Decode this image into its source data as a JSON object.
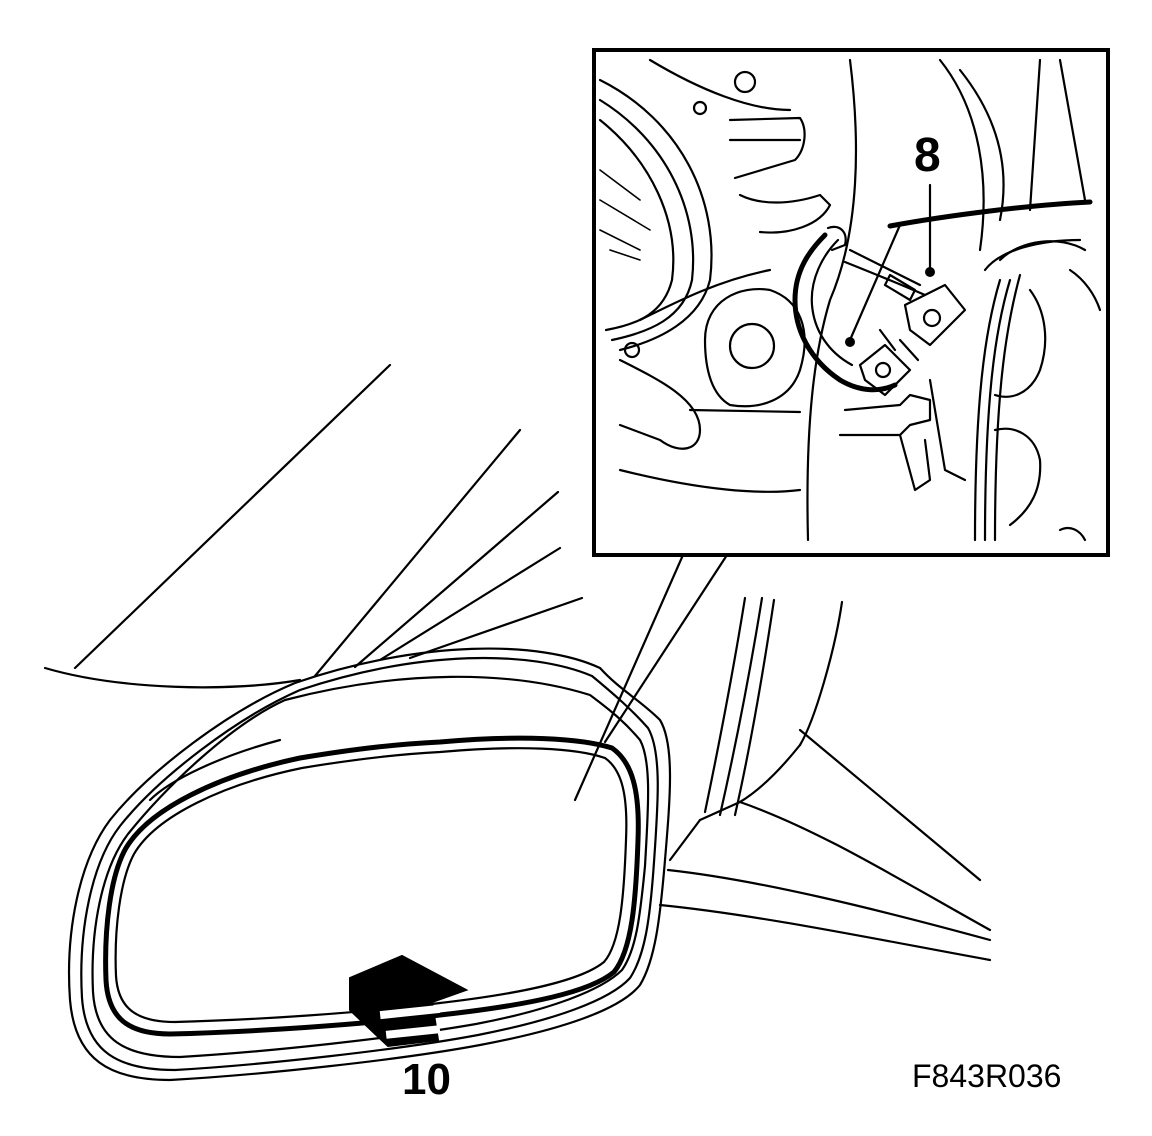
{
  "figure": {
    "code": "F843R036",
    "callouts": [
      {
        "id": "8",
        "label": "8"
      },
      {
        "id": "10",
        "label": "10"
      }
    ]
  }
}
